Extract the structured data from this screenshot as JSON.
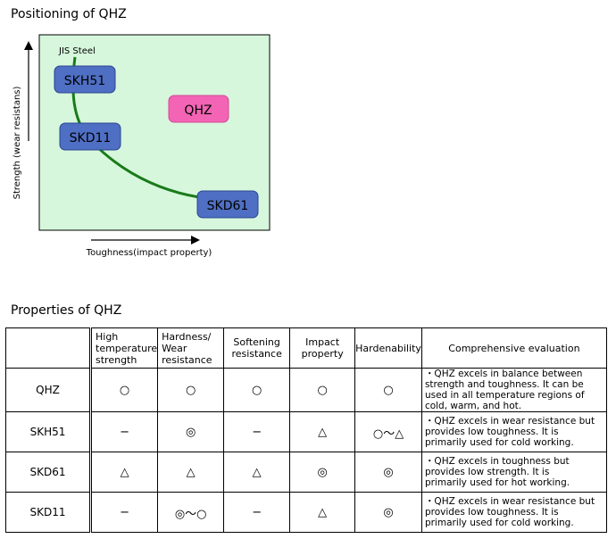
{
  "positioning": {
    "title": "Positioning of QHZ",
    "curve_label": "JIS Steel",
    "y_axis_label": "Strength (wear resistans)",
    "x_axis_label": "Toughness(impact property)",
    "boxes": {
      "skh51": "SKH51",
      "skd11": "SKD11",
      "skd61": "SKD61",
      "qhz": "QHZ"
    },
    "colors": {
      "plot_bg": "#d6f7dc",
      "curve": "#1a7a1a",
      "steel_box": "#4f6fc4",
      "qhz_box": "#f364b4"
    }
  },
  "properties": {
    "title": "Properties of QHZ",
    "headers": {
      "high_temp": [
        "High",
        "temperature",
        "strength"
      ],
      "hardness": [
        "Hardness/",
        "Wear",
        "resistance"
      ],
      "softening": [
        "Softening",
        "resistance"
      ],
      "impact": [
        "Impact",
        "property"
      ],
      "hardenability": "Hardenability",
      "evaluation": "Comprehensive evaluation"
    },
    "rows": [
      {
        "name": "QHZ",
        "high_temp": "○",
        "hardness": "○",
        "softening": "○",
        "impact": "○",
        "hardenability": "○",
        "evaluation": [
          "・QHZ excels in balance between",
          "strength and toughness. It can be",
          "used in all temperature regions of",
          "cold, warm, and hot."
        ]
      },
      {
        "name": "SKH51",
        "high_temp": "−",
        "hardness": "◎",
        "softening": "−",
        "impact": "△",
        "hardenability": "○～△",
        "evaluation": [
          "・QHZ excels in wear resistance but",
          "provides low toughness. It is",
          "primarily used for cold working."
        ]
      },
      {
        "name": "SKD61",
        "high_temp": "△",
        "hardness": "△",
        "softening": "△",
        "impact": "◎",
        "hardenability": "◎",
        "evaluation": [
          "・QHZ excels in toughness but",
          "provides low strength. It is",
          "primarily used for hot working."
        ]
      },
      {
        "name": "SKD11",
        "high_temp": "−",
        "hardness": "◎～○",
        "softening": "−",
        "impact": "△",
        "hardenability": "◎",
        "evaluation": [
          "・QHZ excels in wear resistance but",
          "provides low toughness. It is",
          "primarily used for cold working."
        ]
      }
    ]
  }
}
